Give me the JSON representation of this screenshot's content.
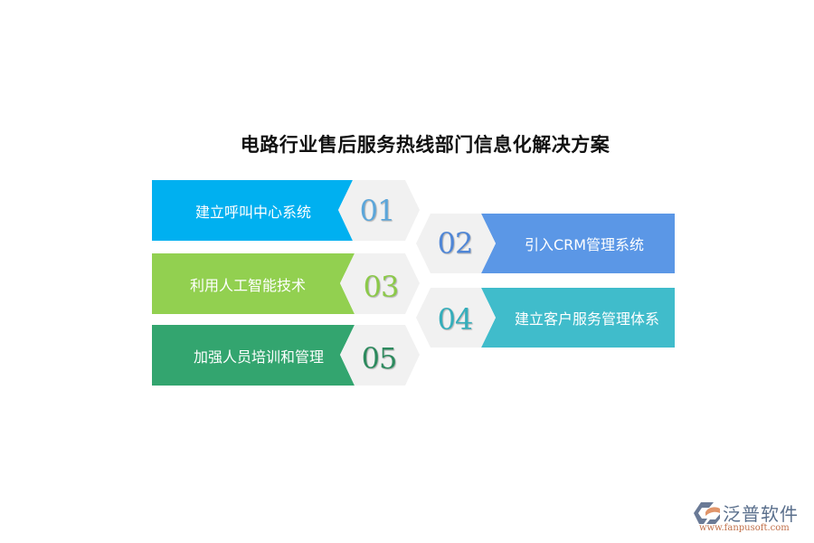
{
  "title": "电路行业售后服务热线部门信息化解决方案",
  "items": [
    {
      "number": "01",
      "label": "建立呼叫中心系统",
      "color": "#00b0f0",
      "side": "left"
    },
    {
      "number": "02",
      "label": "引入CRM管理系统",
      "color": "#5b97e6",
      "side": "right"
    },
    {
      "number": "03",
      "label": "利用人工智能技术",
      "color": "#92d050",
      "side": "left"
    },
    {
      "number": "04",
      "label": "建立客户服务管理体系",
      "color": "#40bccb",
      "side": "right"
    },
    {
      "number": "05",
      "label": "加强人员培训和管理",
      "color": "#33a56f",
      "side": "left"
    }
  ],
  "hexagon_color": "#f1f1f1",
  "logo": {
    "name": "泛普软件",
    "url": "www.fanpusoft.com",
    "icon": "fanpu-logo-icon"
  }
}
